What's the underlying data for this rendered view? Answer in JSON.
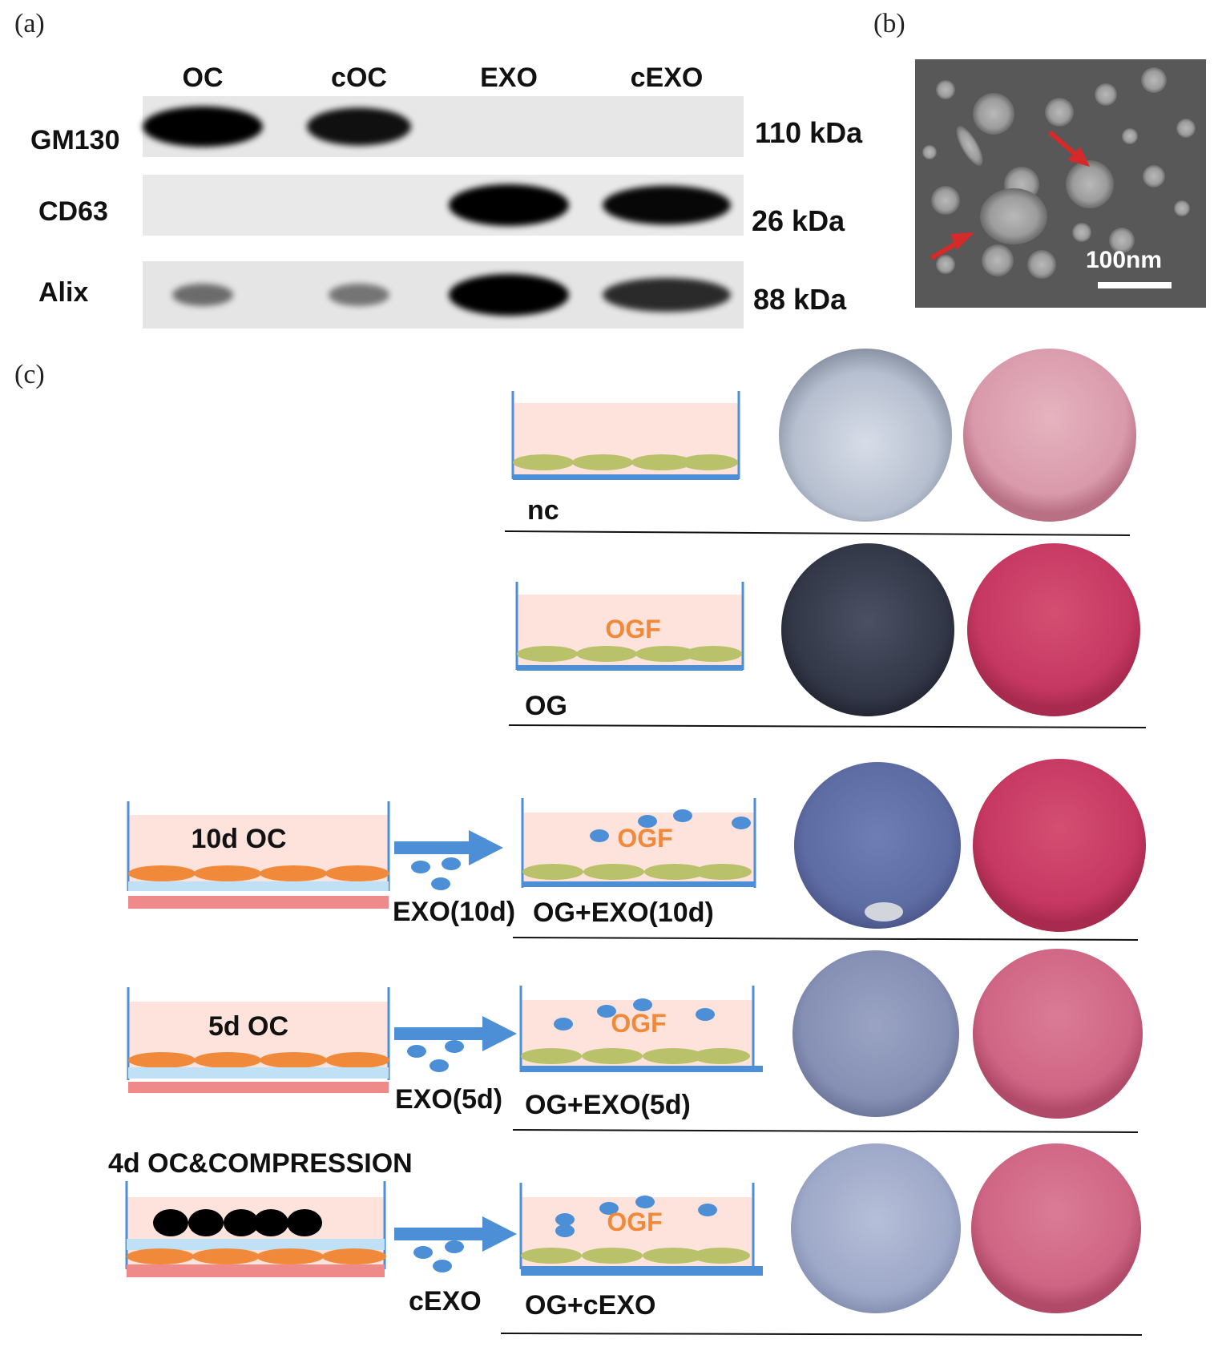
{
  "panels": {
    "a": "(a)",
    "b": "(b)",
    "c": "(c)"
  },
  "western_blot": {
    "lanes": [
      "OC",
      "cOC",
      "EXO",
      "cEXO"
    ],
    "rows": [
      {
        "protein": "GM130",
        "mw": "110 kDa",
        "intensity": [
          0.95,
          0.85,
          0,
          0
        ]
      },
      {
        "protein": "CD63",
        "mw": "26 kDa",
        "intensity": [
          0,
          0,
          1.0,
          0.9
        ]
      },
      {
        "protein": "Alix",
        "mw": "88 kDa",
        "intensity": [
          0.35,
          0.3,
          1.0,
          0.7
        ]
      }
    ]
  },
  "tem": {
    "scale_bar": "100nm"
  },
  "scheme": {
    "ogf_label": "OGF",
    "groups": [
      {
        "name": "nc"
      },
      {
        "name": "OG"
      },
      {
        "name": "OG+EXO(10d)",
        "donor": "10d OC",
        "arrow": "EXO(10d)"
      },
      {
        "name": "OG+EXO(5d)",
        "donor": "5d OC",
        "arrow": "EXO(5d)"
      },
      {
        "name": "OG+cEXO",
        "donor": "4d OC&COMPRESSION",
        "arrow": "cEXO"
      }
    ]
  },
  "colors": {
    "medium": "#fde3dc",
    "osteoblast": "#b9c26a",
    "osteoclast": "#f08a3a",
    "dish": "#4d8fd6",
    "exosome": "#4d8fd6",
    "ogf_text": "#f08a3a",
    "alp_dark": "#3a3f52",
    "ars_red": "#c93a60"
  }
}
